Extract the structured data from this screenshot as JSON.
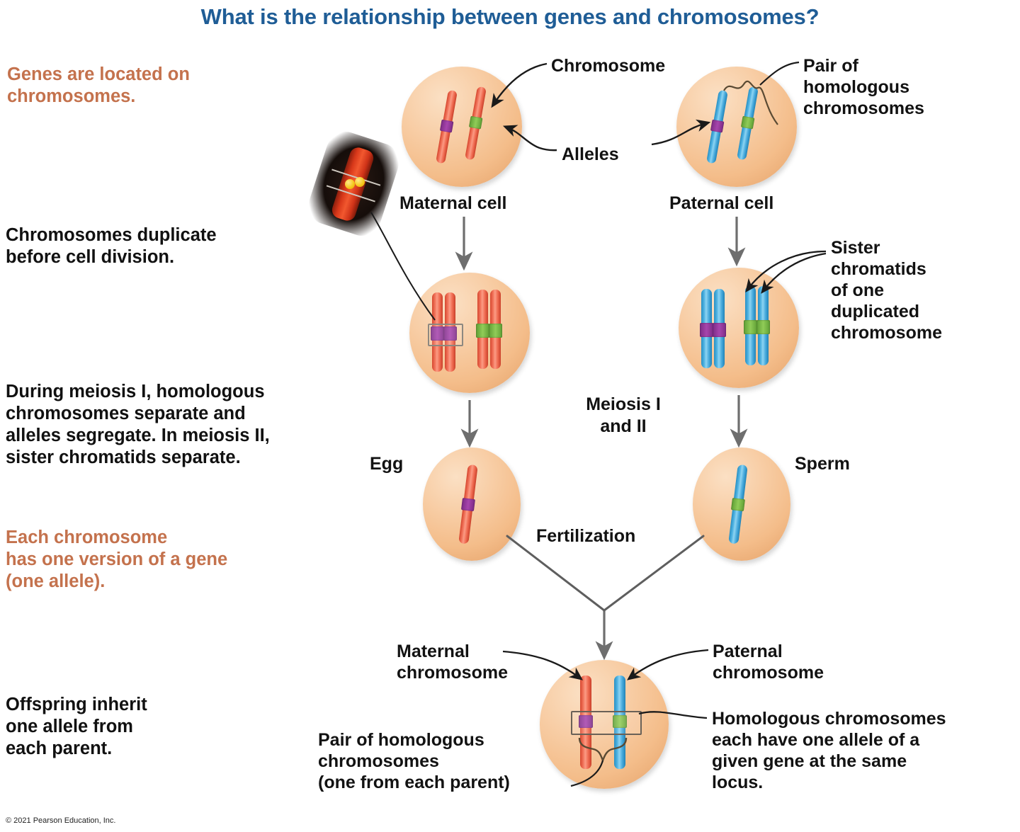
{
  "title": "What is the relationship between genes and chromosomes?",
  "copyright": "© 2021 Pearson Education, Inc.",
  "colors": {
    "title": "#1f5d96",
    "accent_text": "#c4724d",
    "body_text": "#111111",
    "cell_fill": "#f4bd8a",
    "maternal_chromosome": "#ee6a55",
    "paternal_chromosome": "#4fb3e0",
    "allele_purple": "#9b3fa0",
    "allele_green": "#7cbb46",
    "arrow": "#6e6e6e"
  },
  "side_notes": [
    {
      "text": "Genes are located on\nchromosomes.",
      "style": "accent"
    },
    {
      "text": "Chromosomes duplicate\nbefore cell division.",
      "style": "normal"
    },
    {
      "text": "During meiosis I, homologous\nchromosomes separate and\nalleles segregate. In meiosis II,\nsister chromatids separate.",
      "style": "normal"
    },
    {
      "text": "Each chromosome\nhas one version of a gene\n(one allele).",
      "style": "accent"
    },
    {
      "text": "Offspring inherit\none allele from\neach parent.",
      "style": "normal"
    }
  ],
  "callouts": {
    "chromosome": "Chromosome",
    "alleles": "Alleles",
    "pair_homologous": "Pair of\nhomologous\nchromosomes",
    "sister_chromatids": "Sister\nchromatids\nof one\nduplicated\nchromosome",
    "maternal_chromosome": "Maternal\nchromosome",
    "paternal_chromosome": "Paternal\nchromosome",
    "pair_homologous_parents": "Pair of homologous\nchromosomes\n(one from each parent)",
    "homologous_alleles_locus": "Homologous chromosomes\neach have one allele of a\ngiven gene at the same\nlocus."
  },
  "cell_labels": {
    "maternal_cell": "Maternal cell",
    "paternal_cell": "Paternal cell",
    "egg": "Egg",
    "sperm": "Sperm"
  },
  "process_labels": {
    "meiosis_line1": "Meiosis I",
    "meiosis_line2": "and II",
    "fertilization": "Fertilization"
  },
  "diagram": {
    "stages": [
      {
        "name": "maternal-cell",
        "chromosomes": 2,
        "color": "red",
        "alleles": [
          "purple",
          "green"
        ],
        "duplicated": false
      },
      {
        "name": "paternal-cell",
        "chromosomes": 2,
        "color": "blue",
        "alleles": [
          "purple",
          "green"
        ],
        "duplicated": false
      },
      {
        "name": "maternal-duplicated-cell",
        "chromosomes": 2,
        "color": "red",
        "alleles": [
          "purple",
          "green"
        ],
        "duplicated": true
      },
      {
        "name": "paternal-duplicated-cell",
        "chromosomes": 2,
        "color": "blue",
        "alleles": [
          "purple",
          "green"
        ],
        "duplicated": true
      },
      {
        "name": "egg-cell",
        "chromosomes": 1,
        "color": "red",
        "alleles": [
          "purple"
        ],
        "duplicated": false
      },
      {
        "name": "sperm-cell",
        "chromosomes": 1,
        "color": "blue",
        "alleles": [
          "green"
        ],
        "duplicated": false
      },
      {
        "name": "zygote-cell",
        "chromosomes": 2,
        "color": "red+blue",
        "alleles": [
          "purple",
          "green"
        ],
        "duplicated": false
      }
    ],
    "micrograph": {
      "name": "duplicated-chromosome-micrograph",
      "signals": 2,
      "signal_color": "#f5c518"
    }
  }
}
